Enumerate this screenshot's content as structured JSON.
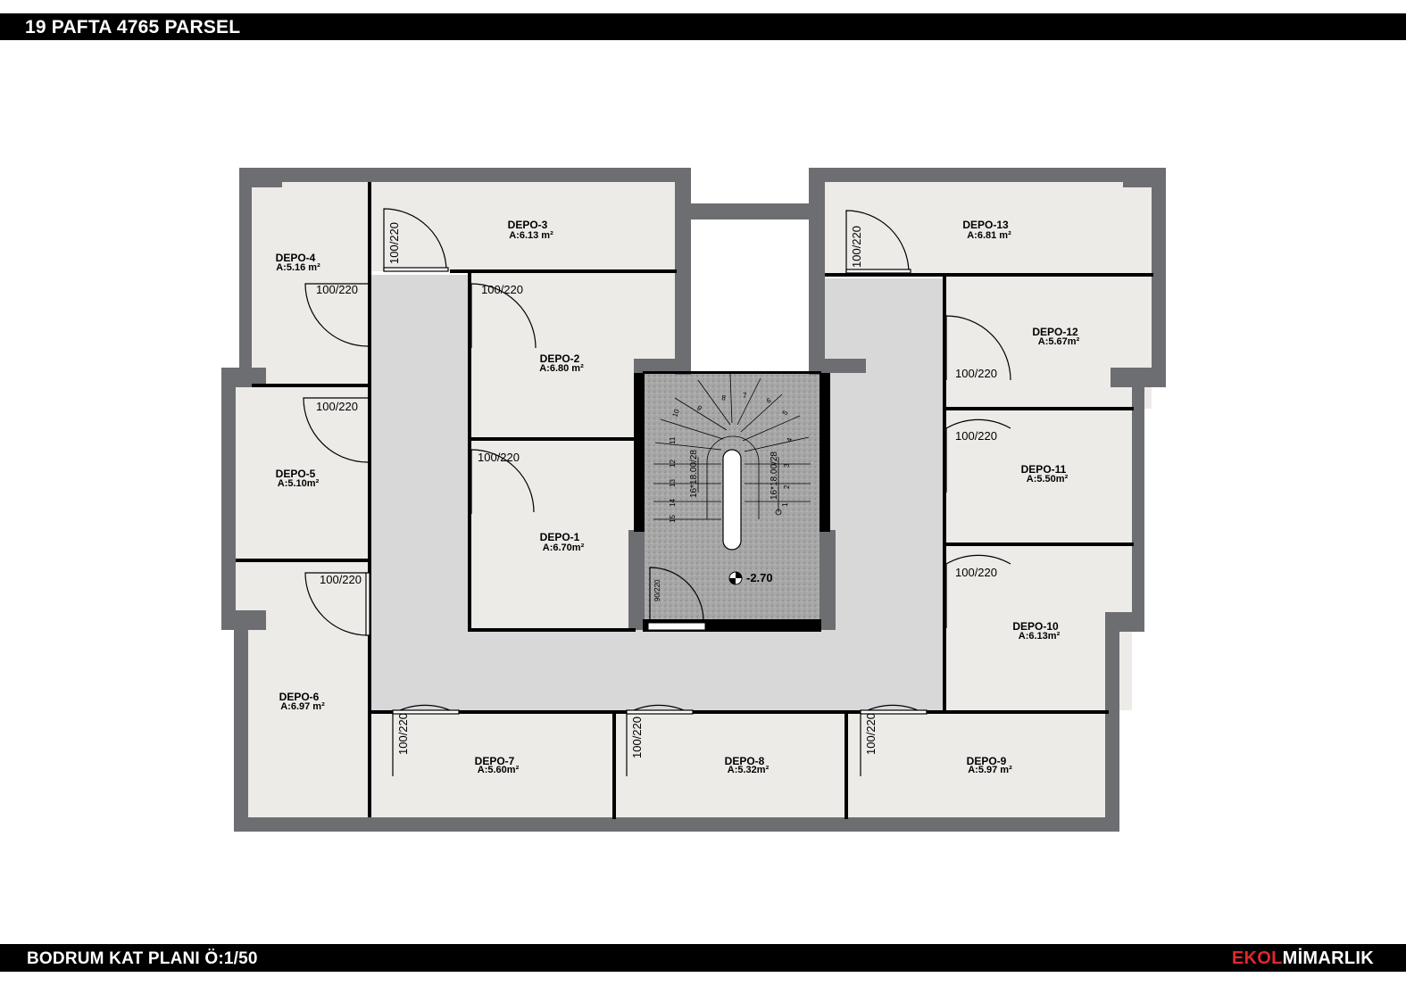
{
  "header": {
    "title": "19 PAFTA 4765 PARSEL"
  },
  "footer": {
    "plan_title": "BODRUM KAT PLANI  Ö:1/50",
    "brand_part1": "EKOL",
    "brand_part2": "MİMARLIK"
  },
  "colors": {
    "wall": "#6d6e71",
    "room_fill": "#ecebe8",
    "corridor_fill": "#d8d8d8",
    "stair_fill": "#a9a9a9",
    "brand_red": "#e3262e"
  },
  "rooms": [
    {
      "name": "DEPO-1",
      "area": "A:6.70m²"
    },
    {
      "name": "DEPO-2",
      "area": "A:6.80 m²"
    },
    {
      "name": "DEPO-3",
      "area": "A:6.13 m²"
    },
    {
      "name": "DEPO-4",
      "area": "A:5.16 m²"
    },
    {
      "name": "DEPO-5",
      "area": "A:5.10m²"
    },
    {
      "name": "DEPO-6",
      "area": "A:6.97 m²"
    },
    {
      "name": "DEPO-7",
      "area": "A:5.60m²"
    },
    {
      "name": "DEPO-8",
      "area": "A:5.32m²"
    },
    {
      "name": "DEPO-9",
      "area": "A:5.97 m²"
    },
    {
      "name": "DEPO-10",
      "area": "A:6.13m²"
    },
    {
      "name": "DEPO-11",
      "area": "A:5.50m²"
    },
    {
      "name": "DEPO-12",
      "area": "A:5.67m²"
    },
    {
      "name": "DEPO-13",
      "area": "A:6.81 m²"
    }
  ],
  "door_label": "100/220",
  "stair_door_label": "90/220",
  "stair": {
    "flight_left": "16*18.00/28",
    "flight_right": "16*18.00/28",
    "steps": [
      "1",
      "2",
      "3",
      "4",
      "5",
      "6",
      "7",
      "8",
      "9",
      "10",
      "11",
      "12",
      "13",
      "14",
      "15"
    ]
  },
  "level": "-2.70"
}
